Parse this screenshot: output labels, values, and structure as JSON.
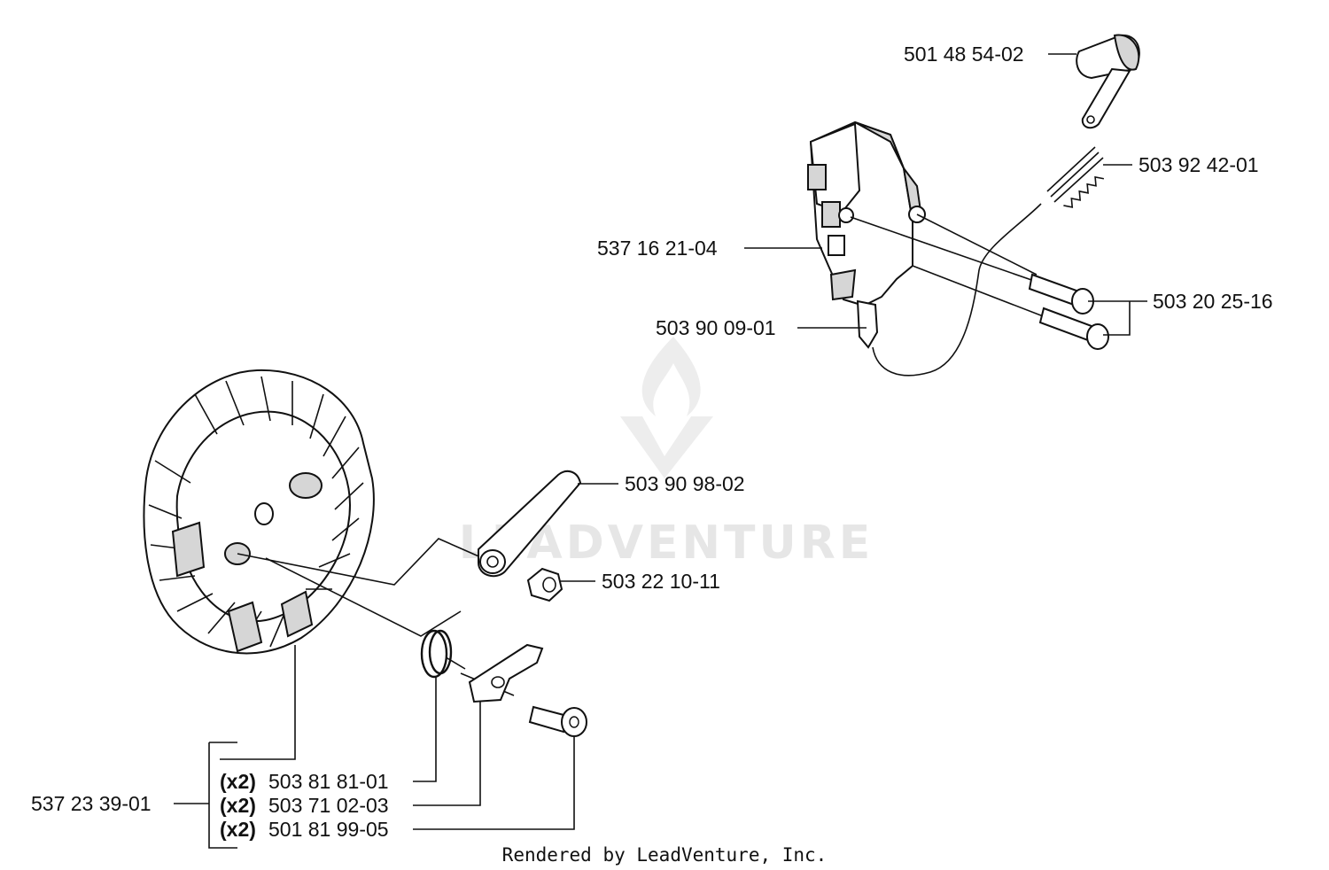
{
  "watermark": {
    "text": "LEADVENTURE"
  },
  "footer": "Rendered by LeadVenture, Inc.",
  "parts": {
    "p1": "501 48 54-02",
    "p2": "503 92 42-01",
    "p3": "537 16 21-04",
    "p4": "503 20 25-16",
    "p5": "503 90 09-01",
    "p6": "503 90 98-02",
    "p7": "503 22 10-11",
    "p8": "537 23 39-01",
    "p9": "503 81 81-01",
    "p10": "503 71 02-03",
    "p11": "501 81 99-05"
  },
  "quantity_prefix": "(x2)"
}
